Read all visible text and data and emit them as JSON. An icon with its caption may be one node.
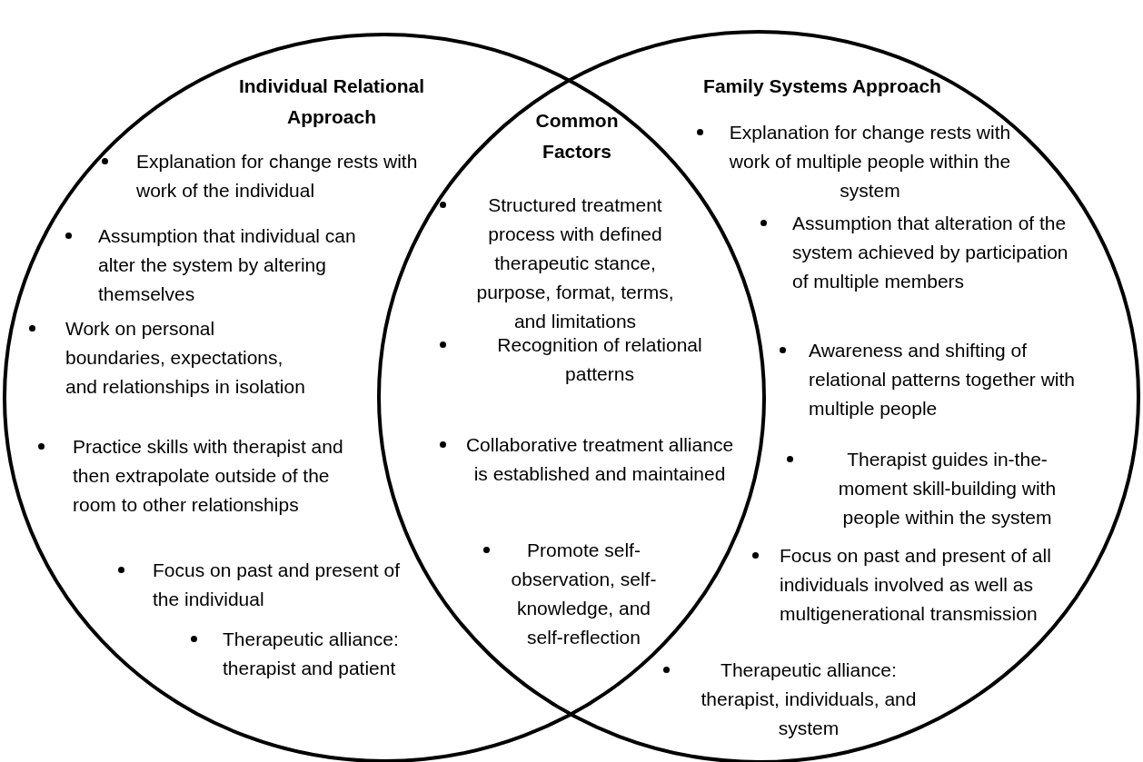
{
  "diagram": {
    "nodes": [
      {
        "text": [
          "Individual Relational Approach",
          "Explanation for change rests with work of the individual",
          "Assumption that individual can alter the system by altering themselves",
          "Work on personal boundaries, expectations, and relationships in isolation",
          "Practice skills with therapist and then extrapolate outside of the room to other relationships",
          "Focus on past and present of the individual",
          "Therapeutic alliance: therapist and patient"
        ]
      },
      {
        "text": [
          "Common Factors",
          "Structured treatment process with defined therapeutic stance, purpose, format, terms, and limitations",
          "Recognition of relational patterns",
          "Collaborative treatment alliance is established and maintained",
          "Promote self-observation, self-knowledge, and self-reflection"
        ]
      },
      {
        "text": [
          "Family Systems Approach",
          "Explanation for change rests with work of multiple people within the system",
          "Assumption that alteration of the system achieved by participation of multiple members",
          "Awareness and shifting of relational patterns together with multiple people",
          "Therapist guides in-the-moment skill-building with people within the system",
          "Focus on past and present of all individuals involved as well as multigenerational transmission",
          "Therapeutic alliance: therapist, individuals, and system"
        ]
      }
    ]
  }
}
